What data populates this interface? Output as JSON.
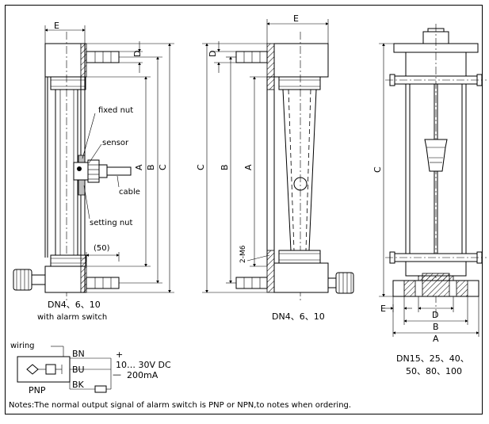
{
  "labels": {
    "E": "E",
    "D": "D",
    "A": "A",
    "B": "B",
    "C": "C",
    "M6": "2-M6",
    "fixed_nut": "fixed nut",
    "sensor": "sensor",
    "cable": "cable",
    "setting_nut": "setting nut",
    "fifty": "(50)"
  },
  "captions": {
    "left_model": "DN4、6、10",
    "left_sub": "with alarm switch",
    "middle_model": "DN4、6、10",
    "right_line1": "DN15、25、40、",
    "right_line2": "50、80、100"
  },
  "wiring": {
    "title": "wiring",
    "type": "PNP",
    "bn": "BN",
    "bu": "BU",
    "bk": "BK",
    "plus": "+",
    "minus": "—",
    "voltage": "10… 30V DC",
    "current": "200mA"
  },
  "notes": "Notes:The normal output signal of alarm switch is PNP or NPN,to notes when ordering."
}
